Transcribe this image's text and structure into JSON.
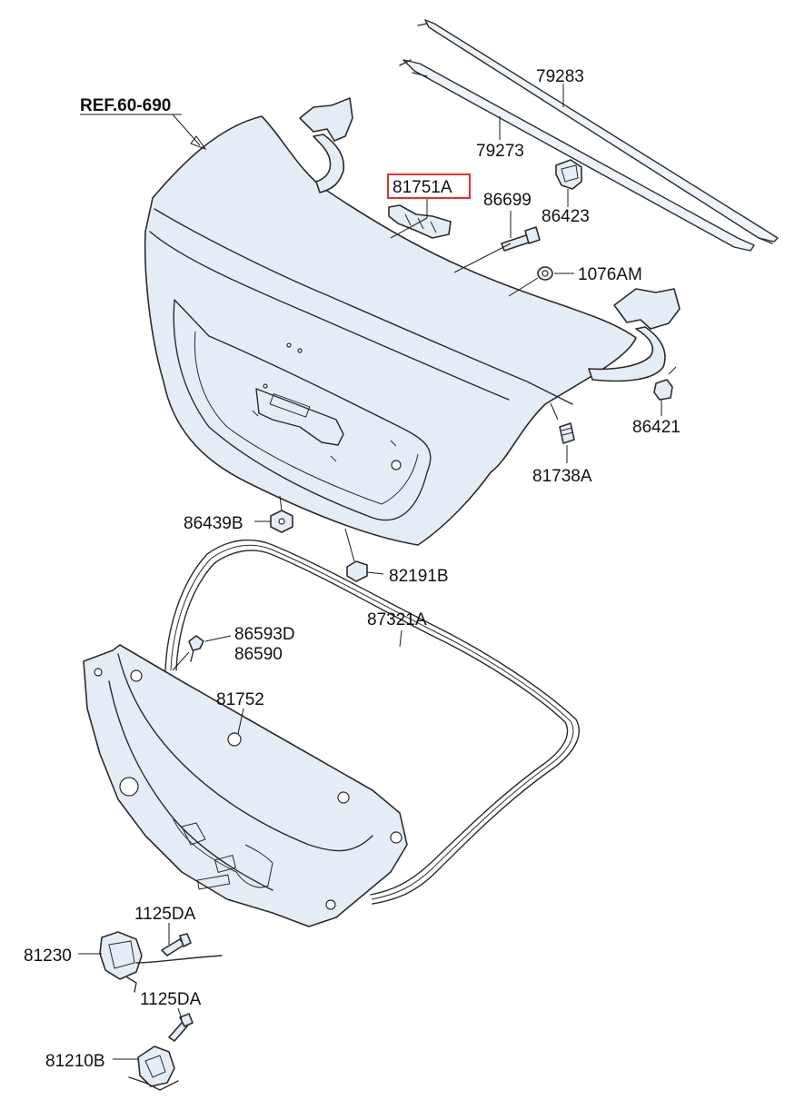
{
  "diagram": {
    "ref_label": "REF.60-690",
    "highlight_color": "#e0322d",
    "parts": [
      {
        "id": "p79283",
        "label": "79283"
      },
      {
        "id": "p79273",
        "label": "79273"
      },
      {
        "id": "p81751A",
        "label": "81751A",
        "highlighted": true
      },
      {
        "id": "p86699",
        "label": "86699"
      },
      {
        "id": "p86423",
        "label": "86423"
      },
      {
        "id": "p1076AM",
        "label": "1076AM"
      },
      {
        "id": "p86421",
        "label": "86421"
      },
      {
        "id": "p81738A",
        "label": "81738A"
      },
      {
        "id": "p86439B",
        "label": "86439B"
      },
      {
        "id": "p82191B",
        "label": "82191B"
      },
      {
        "id": "p87321A",
        "label": "87321A"
      },
      {
        "id": "p86593D",
        "label": "86593D"
      },
      {
        "id": "p86590",
        "label": "86590"
      },
      {
        "id": "p81752",
        "label": "81752"
      },
      {
        "id": "p1125DA_1",
        "label": "1125DA"
      },
      {
        "id": "p81230",
        "label": "81230"
      },
      {
        "id": "p1125DA_2",
        "label": "1125DA"
      },
      {
        "id": "p81210B",
        "label": "81210B"
      }
    ]
  }
}
